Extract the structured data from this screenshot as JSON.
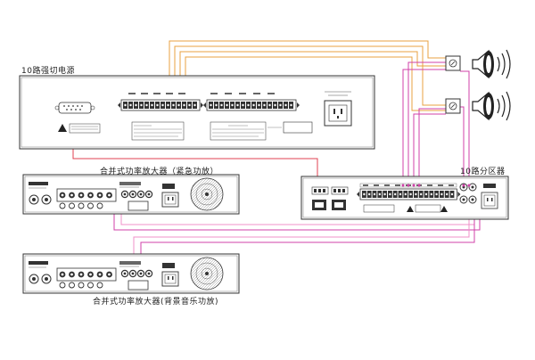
{
  "labels": {
    "power_unit": "10路强切电源",
    "amp_emergency": "合并式功率放大器（紧急功放）",
    "zone_unit": "10路分区器",
    "amp_background": "合并式功率放大器(背景音乐功放)"
  },
  "colors": {
    "panel_stroke": "#333333",
    "orange_wire": "#e8a040",
    "magenta_wire": "#d040a8",
    "pink_wire": "#f090c8",
    "red_wire": "#e04050",
    "terminal_fill": "#333333"
  },
  "icons": [
    "speaker-icon",
    "power-socket-icon",
    "fan-grille-icon",
    "warning-triangle-icon"
  ]
}
